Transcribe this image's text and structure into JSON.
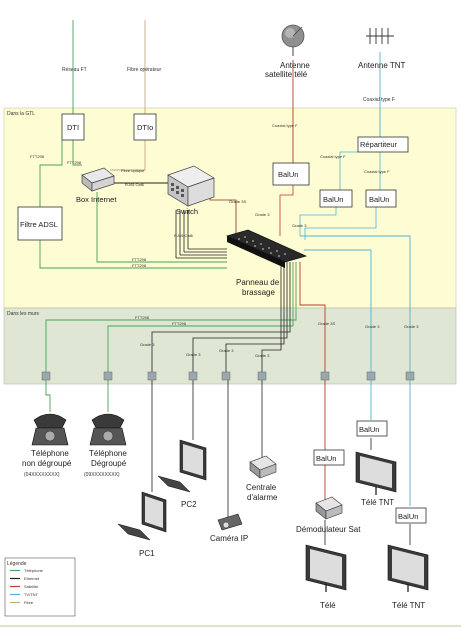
{
  "zones": {
    "gtl": "Dans la GTL",
    "murs": "Dans les murs"
  },
  "colors": {
    "phone": "#4aa05a",
    "ethernet": "#222222",
    "satellite": "#c0392b",
    "tv": "#4fb3d6",
    "fibre": "#c8a882",
    "zone_gtl": "#fdfcd2",
    "zone_murs": "#dfe6d3"
  },
  "top_labels": {
    "reseau_ft": "Réseau FT",
    "fibre_operateur": "Fibre opérateur",
    "antenne_sat": "Antenne",
    "antenne_sat2": "satellite télé",
    "antenne_tnt": "Antenne TNT",
    "coax_f_top": "Coaxial type F"
  },
  "boxes": {
    "dti": "DTI",
    "dtio": "DTIo",
    "balun_sat": "BalUn",
    "repartiteur": "Répartiteur",
    "balun_a": "BalUn",
    "balun_b": "BalUn",
    "filtre_adsl": "Filtre ADSL"
  },
  "devices": {
    "box_internet": "Box Internet",
    "switch": "Switch",
    "panneau1": "Panneau de",
    "panneau2": "brassage"
  },
  "cable_labels": {
    "ftt298_a": "FTT298",
    "ftt298_b": "FTT298",
    "fibre_optique": "Fibre optique",
    "rj45": "RJ45 Cat6",
    "rj45_b": "RJ45 Cat6",
    "coax_sat": "Coaxial type F",
    "coax_left": "Coaxial type F",
    "coax_right": "Coaxial type F",
    "grade3_sw": "Grade 3S",
    "grade3_a": "Grade 3",
    "grade3_b": "Grade 3",
    "ftt298_c": "FTT298",
    "ftt298_d": "FTT298",
    "ftt298_e": "FTT298",
    "ftt298_f": "FTT298",
    "grade3s_m": "Grade 3S",
    "grade3_m1": "Grade 3",
    "grade3_m2": "Grade 3",
    "grade3_w1": "Grade 3",
    "grade3_w2": "Grade 3",
    "grade3_w3": "Grade 3",
    "grade3_w4": "Grade 3"
  },
  "bottom": {
    "tel_ng1": "Téléphone",
    "tel_ng2": "non dégroupé",
    "tel_ng3": "(04XXXXXXXX)",
    "tel_d1": "Téléphone",
    "tel_d2": "Dégroupé",
    "tel_d3": "(09XXXXXXXX)",
    "pc1": "PC1",
    "pc2": "PC2",
    "camera": "Caméra IP",
    "alarme1": "Centrale",
    "alarme2": "d'alarme",
    "demod": "Démodulateur Sat",
    "balun_demod": "BalUn",
    "balun_tnt1": "BalUn",
    "balun_tnt2": "BalUn",
    "tele_tnt1": "Télé TNT",
    "tele": "Télé",
    "tele_tnt2": "Télé TNT"
  },
  "legend": {
    "title": "Légende",
    "items": [
      {
        "label": "Téléphone",
        "color": "#4aa05a"
      },
      {
        "label": "Ethernet",
        "color": "#222222"
      },
      {
        "label": "Satellite",
        "color": "#c0392b"
      },
      {
        "label": "TV/TNT",
        "color": "#4fb3d6"
      },
      {
        "label": "Fibre",
        "color": "#c8a882"
      }
    ]
  }
}
